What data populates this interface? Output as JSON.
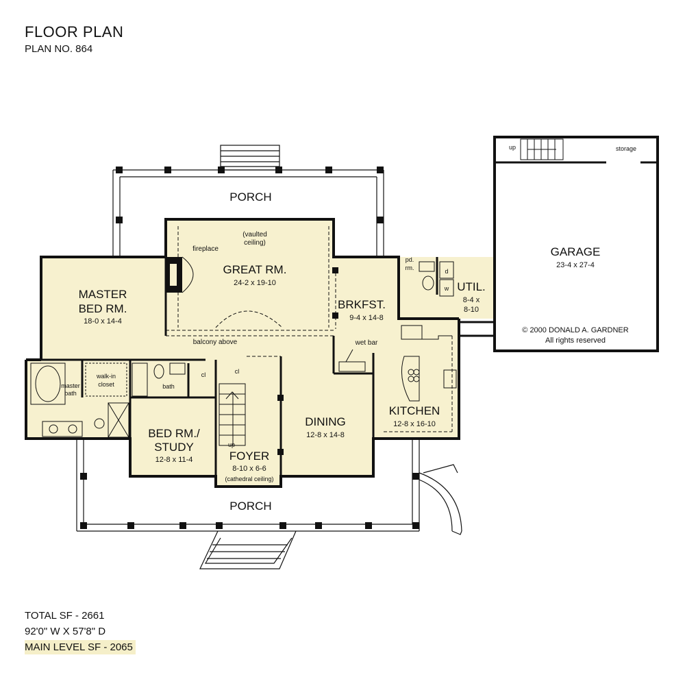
{
  "header": {
    "title": "FLOOR PLAN",
    "subtitle": "PLAN NO. 864"
  },
  "rooms": {
    "porch_rear": "PORCH",
    "porch_front": "PORCH",
    "vaulted": [
      "(vaulted",
      "ceiling)"
    ],
    "fireplace": "fireplace",
    "great_rm": {
      "name": "GREAT RM.",
      "size": "24-2 x 19-10"
    },
    "master": {
      "name1": "MASTER",
      "name2": "BED RM.",
      "size": "18-0 x 14-4"
    },
    "balcony": "balcony above",
    "brkfst": {
      "name": "BRKFST.",
      "size": "9-4 x 14-8"
    },
    "wet_bar": "wet bar",
    "pd_rm": [
      "pd.",
      "rm."
    ],
    "util": {
      "name": "UTIL.",
      "size1": "8-4 x",
      "size2": "8-10",
      "d": "d",
      "w": "w"
    },
    "garage": {
      "name": "GARAGE",
      "size": "23-4 x 27-4",
      "up": "up",
      "storage": "storage"
    },
    "copyright": [
      "© 2000 DONALD A. GARDNER",
      "All rights reserved"
    ],
    "master_bath": [
      "master",
      "bath"
    ],
    "walk_in": [
      "walk-in",
      "closet"
    ],
    "bath": "bath",
    "cl1": "cl",
    "cl2": "cl",
    "stair_up": "up",
    "dining": {
      "name": "DINING",
      "size": "12-8 x 14-8"
    },
    "kitchen": {
      "name": "KITCHEN",
      "size": "12-8 x 16-10"
    },
    "study": {
      "name1": "BED RM./",
      "name2": "STUDY",
      "size": "12-8 x 11-4"
    },
    "foyer": {
      "name": "FOYER",
      "size": "8-10 x 6-6",
      "note": "(cathedral ceiling)"
    }
  },
  "footer": {
    "total": "TOTAL SF - 2661",
    "dims": "92'0\" W X 57'8\" D",
    "main": "MAIN LEVEL SF - 2065"
  },
  "colors": {
    "floor": "#f7f1cf",
    "wall": "#111111",
    "highlight": "#f5efc9"
  }
}
